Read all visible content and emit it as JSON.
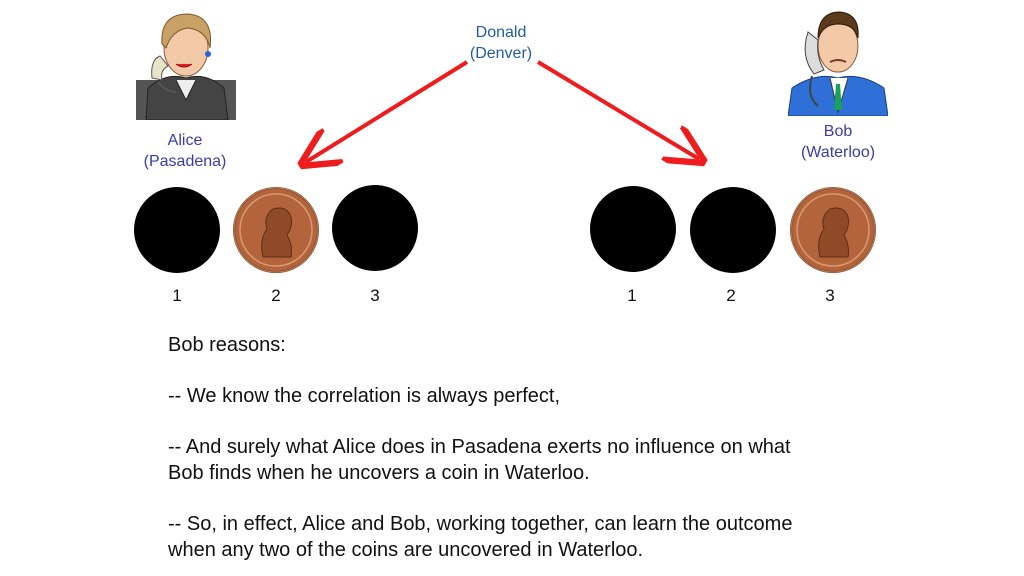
{
  "nodes": {
    "donald": {
      "name": "Donald",
      "place": "(Denver)"
    },
    "alice": {
      "name": "Alice",
      "place": "(Pasadena)"
    },
    "bob": {
      "name": "Bob",
      "place": "(Waterloo)"
    }
  },
  "colors": {
    "arrow": "#ee1c1c",
    "coin_cover": "#000000",
    "penny": "#b4643c"
  },
  "alice_coins": [
    {
      "number": "1",
      "state": "covered"
    },
    {
      "number": "2",
      "state": "penny"
    },
    {
      "number": "3",
      "state": "covered"
    }
  ],
  "bob_coins": [
    {
      "number": "1",
      "state": "covered"
    },
    {
      "number": "2",
      "state": "covered"
    },
    {
      "number": "3",
      "state": "penny"
    }
  ],
  "text": {
    "heading": "Bob reasons:",
    "p1": "-- We know the correlation is always perfect,",
    "p2_line1": "-- And surely what Alice does in Pasadena exerts no influence on what",
    "p2_line2": "Bob finds when he uncovers a coin in Waterloo.",
    "p3_line1": "-- So, in effect, Alice and Bob, working together, can learn the outcome",
    "p3_line2": "when any two of the coins are uncovered in Waterloo."
  }
}
